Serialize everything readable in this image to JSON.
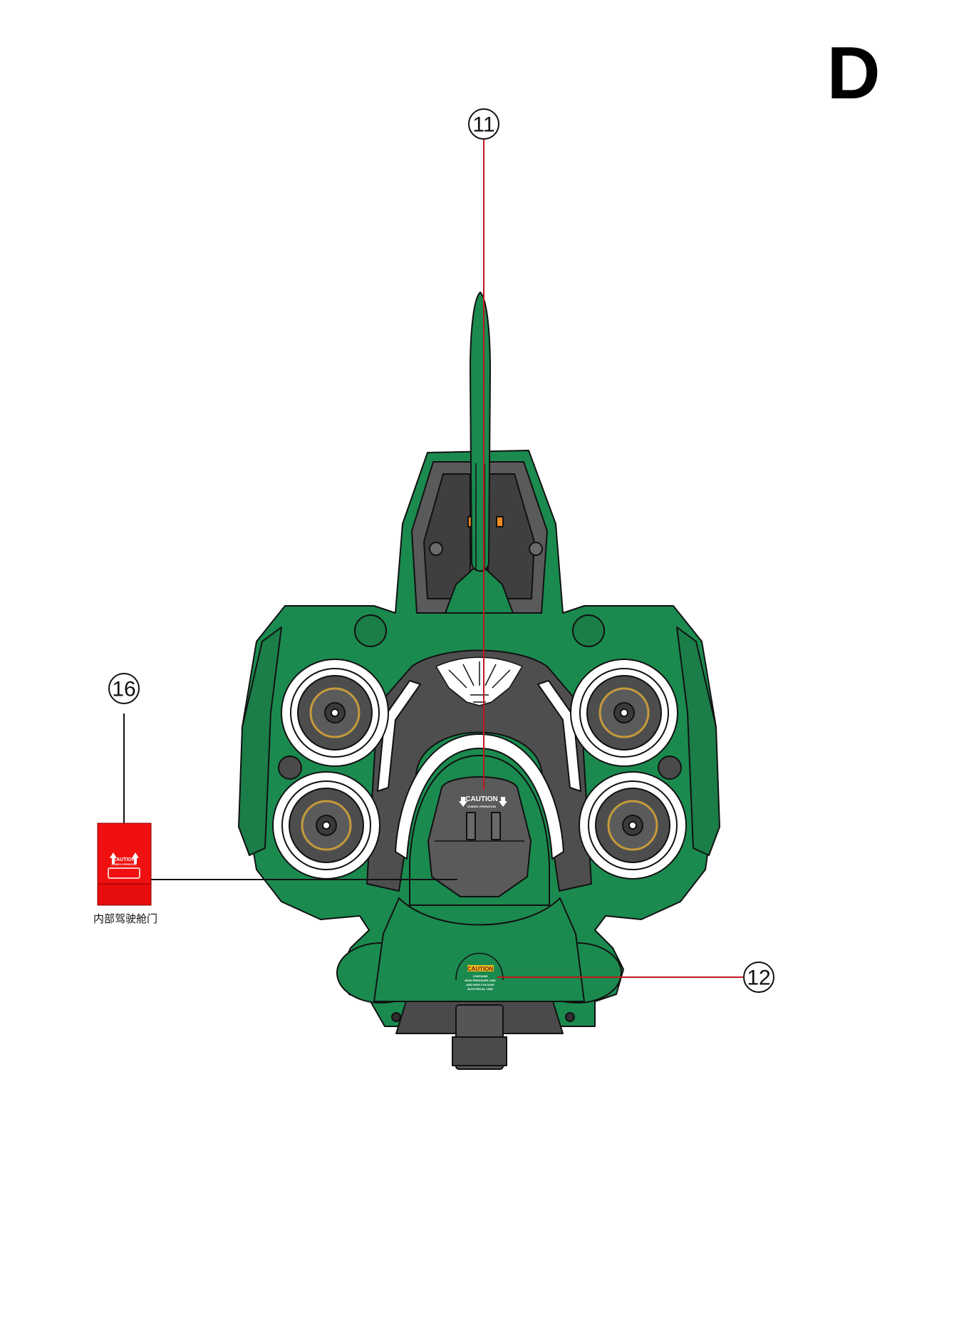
{
  "page": {
    "section_letter": "D"
  },
  "callouts": [
    {
      "id": "c11",
      "number": "11"
    },
    {
      "id": "c12",
      "number": "12"
    },
    {
      "id": "c16",
      "number": "16"
    }
  ],
  "decals": {
    "cockpit_caution": {
      "title": "CAUTION",
      "subtitle": "GUIDED OPERATION"
    },
    "rear_caution": {
      "title": "CAUTION",
      "lines": [
        "CONTAINS",
        "HIGH PRESSURE LINE",
        "AND HIGH VOLTAGE",
        "ELECTRICAL LINE"
      ]
    },
    "part16": {
      "title": "CAUTION",
      "subtitle": "GUIDED OPERATION",
      "label": "内部驾驶舱门"
    }
  },
  "colors": {
    "hull_green": "#1b8a4f",
    "hull_dark_green": "#0f6b3a",
    "panel_gray": "#555555",
    "callout_red": "#c0161c",
    "part_red": "#f01010",
    "brass": "#c59a3c"
  }
}
